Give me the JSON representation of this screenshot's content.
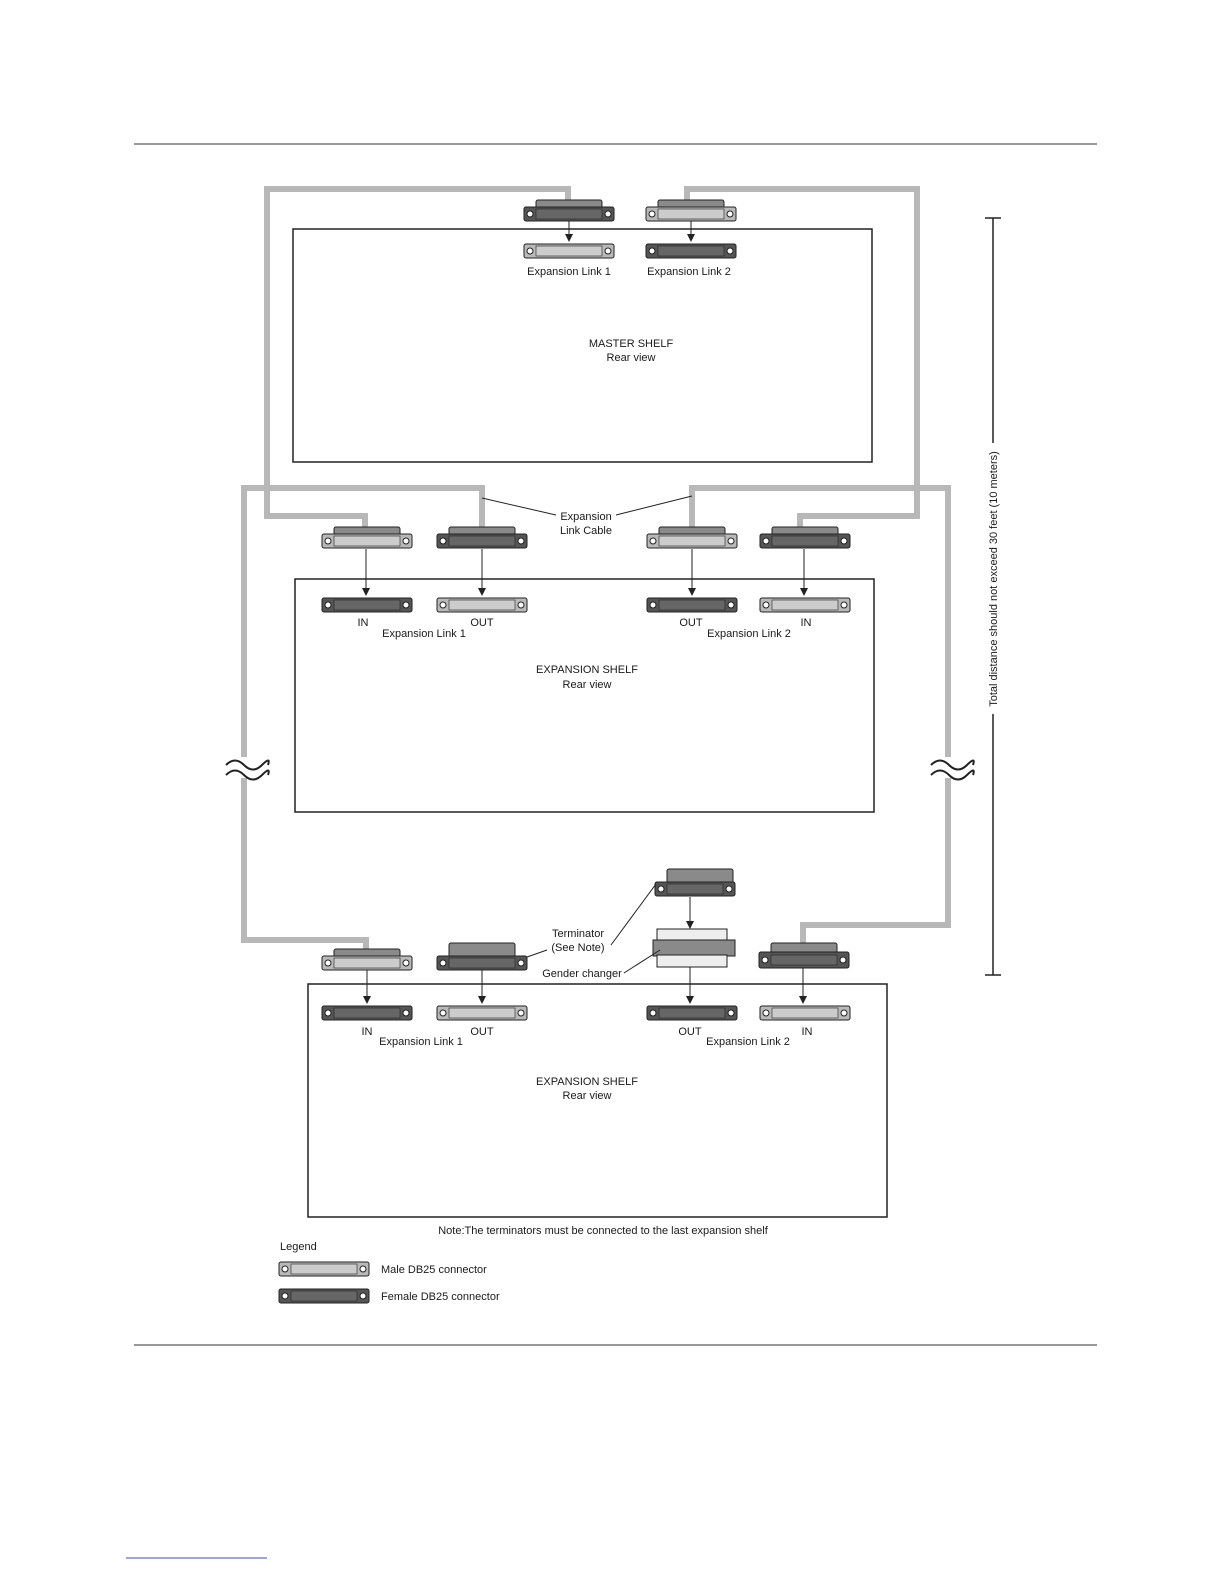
{
  "master_shelf": {
    "title": "MASTER SHELF",
    "subtitle": "Rear view",
    "link1_label": "Expansion Link 1",
    "link2_label": "Expansion Link 2"
  },
  "cable_label": {
    "line1": "Expansion",
    "line2": "Link Cable"
  },
  "expansion_shelf_1": {
    "title": "EXPANSION SHELF",
    "subtitle": "Rear view",
    "in_label_left": "IN",
    "out_label_left": "OUT",
    "out_label_right": "OUT",
    "in_label_right": "IN",
    "link1_label": "Expansion Link 1",
    "link2_label": "Expansion Link 2"
  },
  "expansion_shelf_2": {
    "title": "EXPANSION SHELF",
    "subtitle": "Rear view",
    "in_label_left": "IN",
    "out_label_left": "OUT",
    "out_label_right": "OUT",
    "in_label_right": "IN",
    "link1_label": "Expansion Link 1",
    "link2_label": "Expansion Link 2"
  },
  "terminator": {
    "line1": "Terminator",
    "line2": "(See Note)"
  },
  "gender_changer_label": "Gender changer",
  "distance_label": "Total distance should not exceed 30 feet (10 meters)",
  "note": "Note:The terminators must be connected to the last expansion shelf",
  "legend": {
    "title": "Legend",
    "male_label": "Male DB25 connector",
    "female_label": "Female DB25 connector"
  },
  "colors": {
    "cable": "#b8b8b8",
    "connector_dark": "#555555",
    "connector_light": "#b9b9b9",
    "hood": "#8a8a8a",
    "line": "#222222"
  }
}
